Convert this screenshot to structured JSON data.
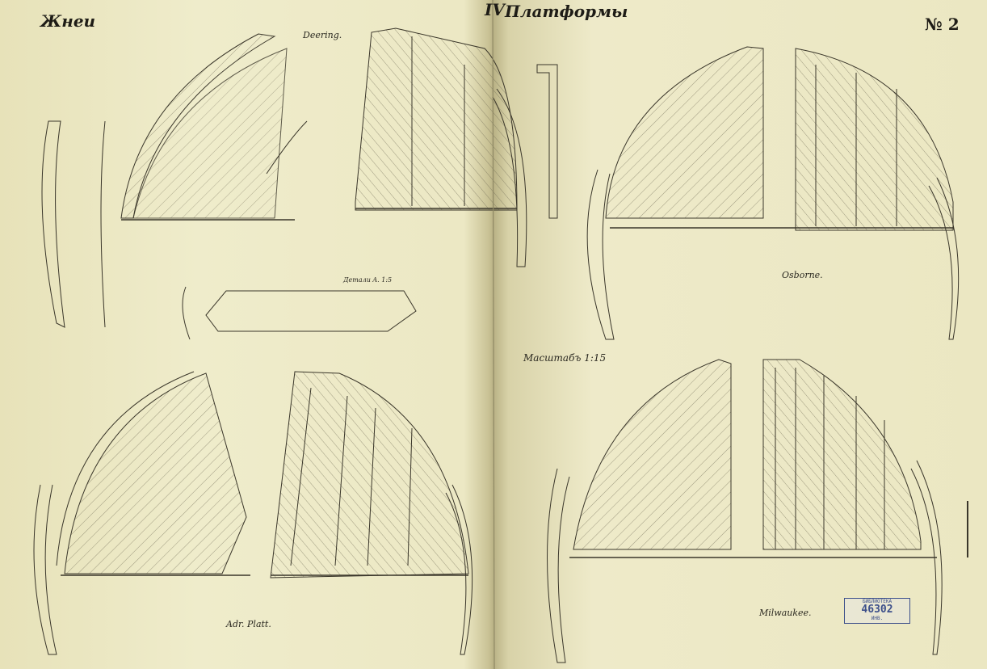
{
  "header": {
    "left_title": "Жнеи",
    "roman_numeral": "IV",
    "center_title": "Платформы",
    "sheet_number": "№ 2"
  },
  "captions": {
    "deering": "Deering.",
    "detail_a": "Детали A. 1:5",
    "osborne": "Osborne.",
    "scale": "Масштабъ 1:15",
    "adr_platt": "Adr. Platt.",
    "milwaukee": "Milwaukee."
  },
  "stamp": {
    "top_text": "БИБЛИОТЕКА",
    "number": "46302",
    "bottom_text": "ИНВ."
  },
  "colors": {
    "paper": "#ece8c4",
    "ink": "#2a2820",
    "stamp_ink": "#3c4f8a"
  }
}
